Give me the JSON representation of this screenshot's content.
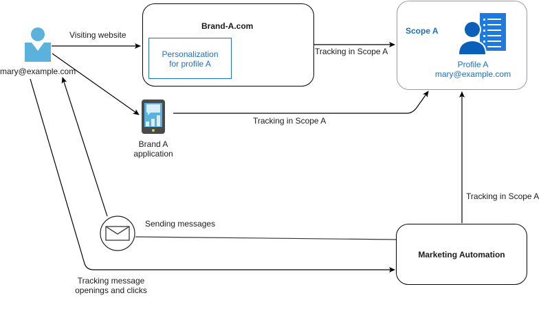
{
  "user": {
    "label": "mary@example.com",
    "icon": "user-icon",
    "color": "#5bb2dc"
  },
  "brand_site": {
    "title": "Brand-A.com",
    "personalization_label_line1": "Personalization",
    "personalization_label_line2": "for profile A"
  },
  "scope": {
    "title": "Scope A",
    "profile_label": "Profile A",
    "profile_email": "mary@example.com",
    "icon": "profile-list-icon",
    "accent": "#1a6fc4"
  },
  "app": {
    "label_line1": "Brand A",
    "label_line2": "application",
    "icon": "mobile-app-icon"
  },
  "marketing": {
    "title": "Marketing Automation"
  },
  "message": {
    "icon": "envelope-icon"
  },
  "edges": {
    "visiting_website": "Visiting website",
    "tracking_site": "Tracking in Scope A",
    "tracking_app": "Tracking in Scope A",
    "tracking_ma": "Tracking in Scope A",
    "sending_messages": "Sending messages",
    "tracking_openings_line1": "Tracking message",
    "tracking_openings_line2": "openings and clicks"
  }
}
